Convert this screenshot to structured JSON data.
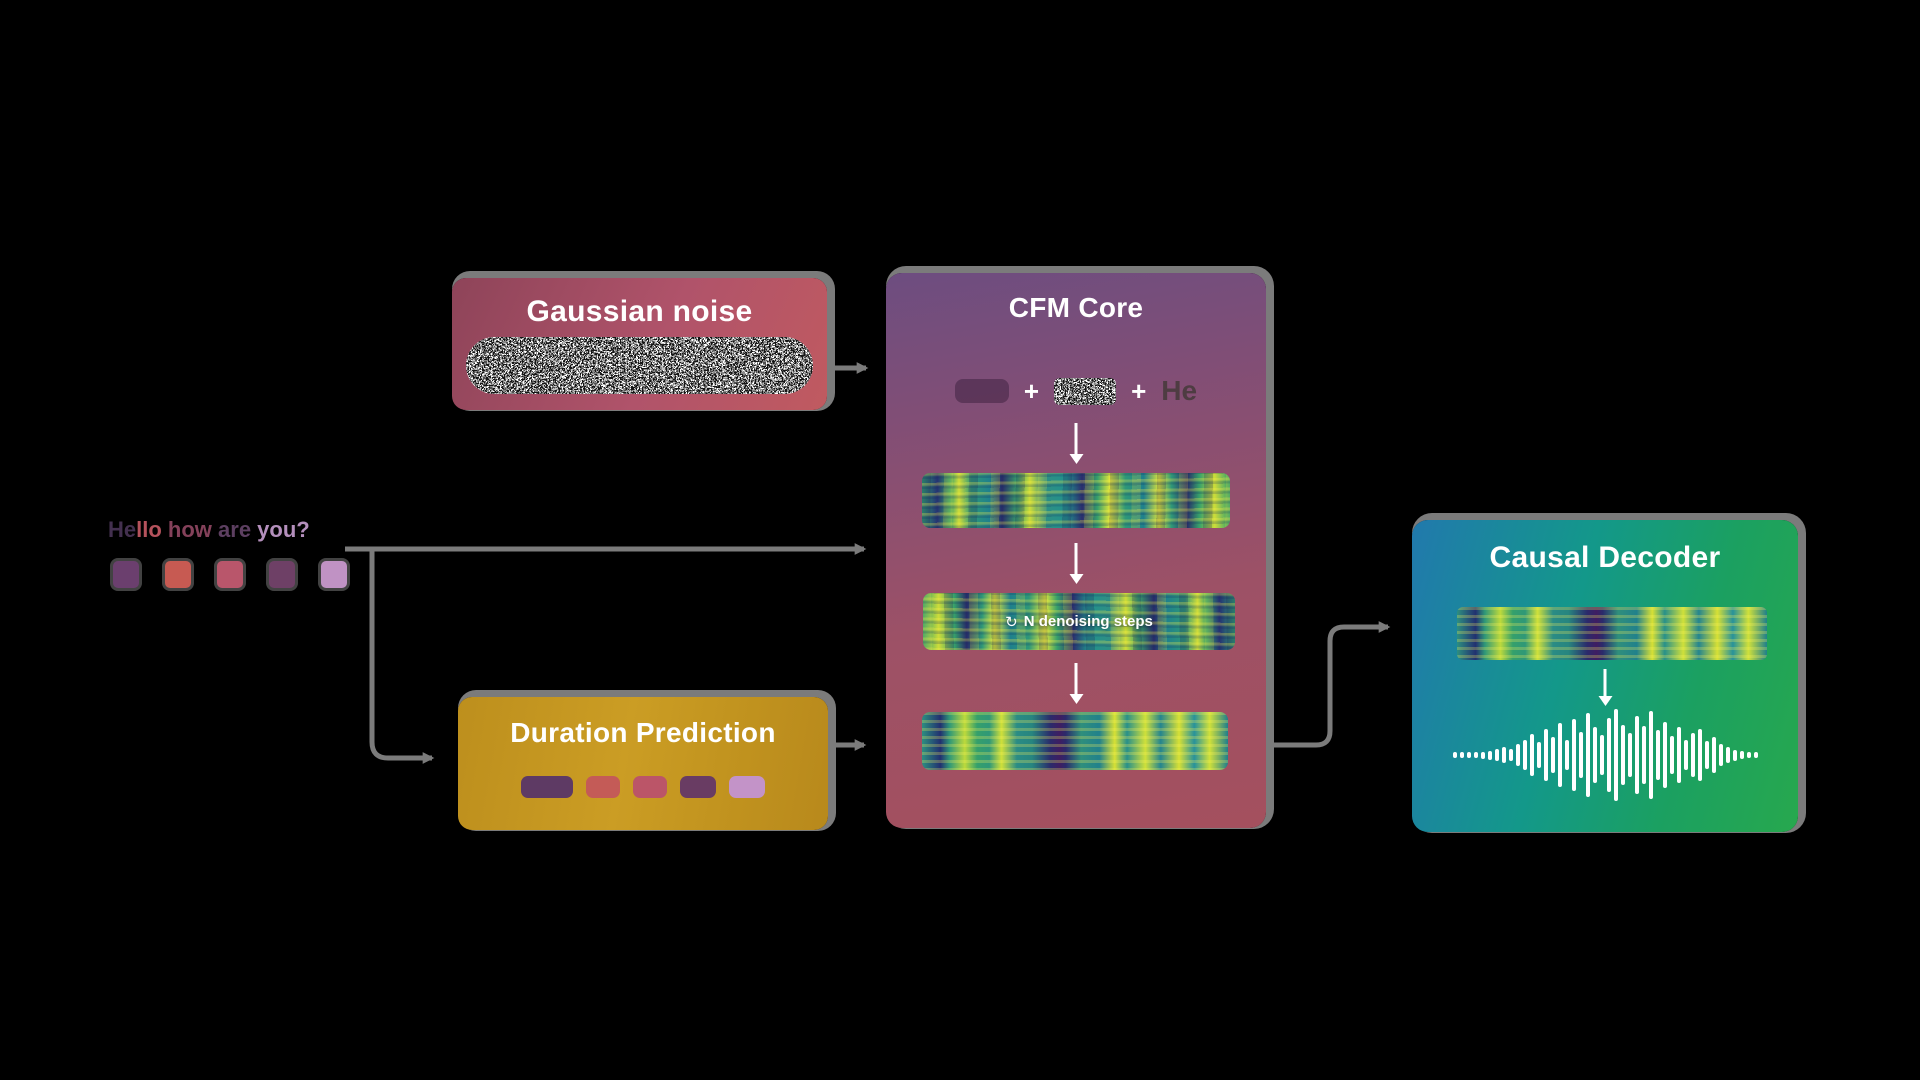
{
  "diagram": {
    "background": "#000000",
    "connector_color": "#7b7b7b",
    "gaussian": {
      "title": "Gaussian noise"
    },
    "cfm": {
      "title": "CFM Core",
      "plus": "+",
      "text_token": "He",
      "denoise_icon": "↻",
      "denoise_label": "N denoising steps"
    },
    "duration": {
      "title": "Duration Prediction",
      "chips": [
        {
          "color": "#5e3a64",
          "width": 52
        },
        {
          "color": "#c45b57",
          "width": 34
        },
        {
          "color": "#bb5568",
          "width": 34
        },
        {
          "color": "#693c63",
          "width": 36
        },
        {
          "color": "#c393c8",
          "width": 36
        }
      ]
    },
    "decoder": {
      "title": "Causal Decoder",
      "waveform_heights": [
        6,
        6,
        6,
        6,
        7,
        9,
        12,
        16,
        12,
        22,
        30,
        42,
        26,
        52,
        36,
        64,
        30,
        72,
        46,
        84,
        56,
        40,
        74,
        92,
        60,
        44,
        78,
        58,
        88,
        50,
        66,
        38,
        56,
        30,
        44,
        52,
        28,
        36,
        22,
        16,
        11,
        8,
        6,
        6
      ]
    },
    "input": {
      "segments": [
        {
          "text": "He",
          "color": "#43304f"
        },
        {
          "text": "llo",
          "color": "#b5525c"
        },
        {
          "text": " how",
          "color": "#84415a"
        },
        {
          "text": " are",
          "color": "#5d3f61"
        },
        {
          "text": " you?",
          "color": "#b48fbc"
        }
      ],
      "token_colors": [
        "#6b3f6e",
        "#c75a52",
        "#b9566b",
        "#6e4066",
        "#c092c4"
      ]
    }
  }
}
